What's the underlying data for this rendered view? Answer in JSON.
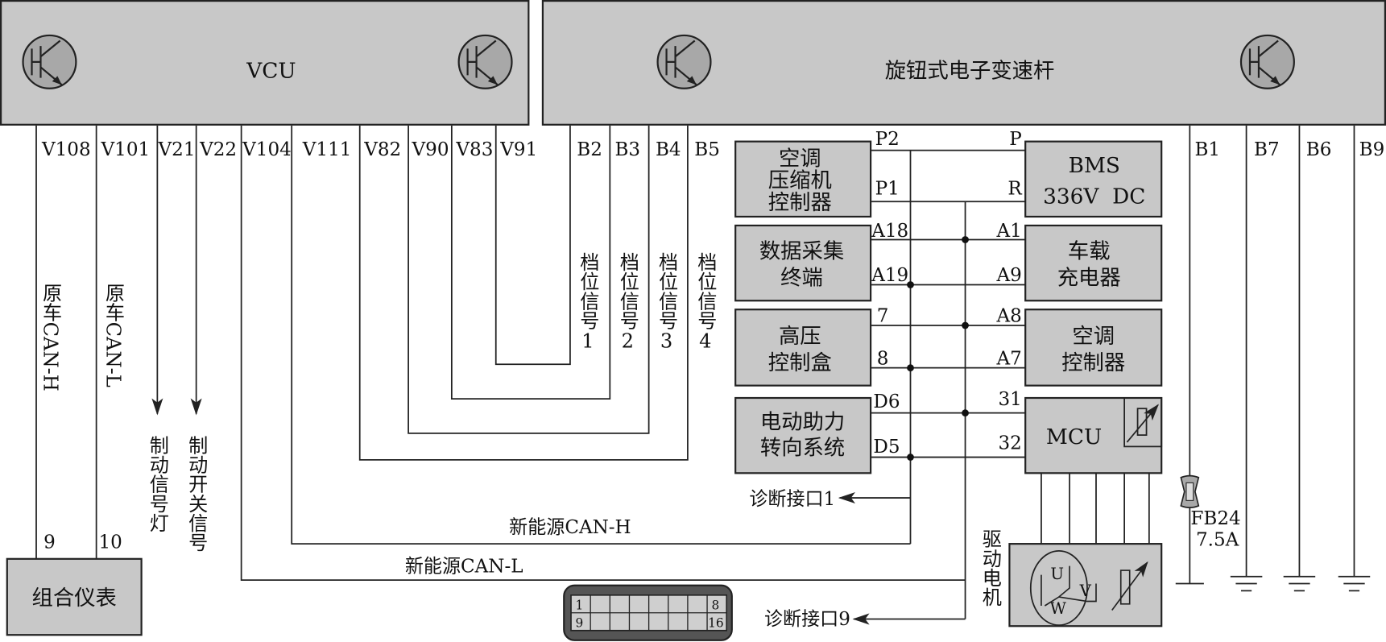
{
  "modules": {
    "vcu": "VCU",
    "shifter": "旋钮式电子变速杆",
    "cluster": "组合仪表",
    "ac_compressor": [
      "空调",
      "压缩机",
      "控制器"
    ],
    "data_terminal": [
      "数据采集",
      "终端"
    ],
    "hv_box": [
      "高压",
      "控制盒"
    ],
    "eps": [
      "电动助力",
      "转向系统"
    ],
    "bms": [
      "BMS",
      "336V  DC"
    ],
    "charger": [
      "车载",
      "充电器"
    ],
    "ac_controller": [
      "空调",
      "控制器"
    ],
    "mcu": "MCU",
    "motor": "驱动电机",
    "motor_phases": [
      "U",
      "V",
      "W"
    ]
  },
  "vcu_pins": [
    "V108",
    "V101",
    "V21",
    "V22",
    "V104",
    "V111",
    "V82",
    "V90",
    "V83",
    "V91"
  ],
  "shifter_pins": [
    "B2",
    "B3",
    "B4",
    "B5",
    "B1",
    "B7",
    "B6",
    "B9"
  ],
  "cluster_pins": [
    "9",
    "10"
  ],
  "wire_labels": {
    "can_h_orig": "原车CAN-H",
    "can_l_orig": "原车CAN-L",
    "brake_lamp": "制动信号灯",
    "brake_switch": "制动开关信号",
    "gear": [
      "档位信号1",
      "档位信号2",
      "档位信号3",
      "档位信号4"
    ],
    "can_h_new": "新能源CAN-H",
    "can_l_new": "新能源CAN-L",
    "diag1": "诊断接口1",
    "diag9": "诊断接口9",
    "fuse_name": "FB24",
    "fuse_rating": "7.5A"
  },
  "bus_pins": {
    "left": [
      "P2",
      "P1",
      "A18",
      "A19",
      "7",
      "8",
      "D6",
      "D5"
    ],
    "right": [
      "P",
      "R",
      "A1",
      "A9",
      "A8",
      "A7",
      "31",
      "32"
    ]
  },
  "obd_pins": [
    "1",
    "8",
    "9",
    "16"
  ]
}
